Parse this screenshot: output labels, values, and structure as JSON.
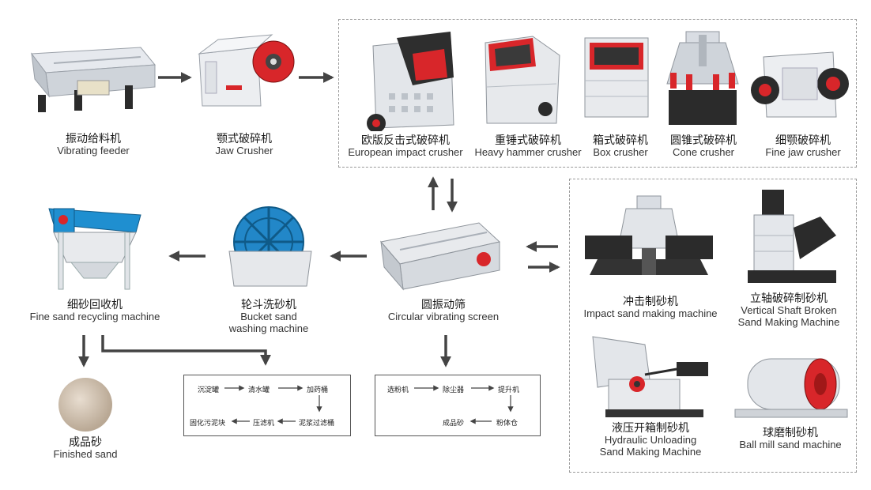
{
  "colors": {
    "steel": "#d9dde3",
    "dark": "#2b2b2b",
    "red": "#d8262a",
    "blue": "#1f8fd0",
    "arrow": "#444444",
    "sand": "#cdbfae"
  },
  "machines": {
    "vibrating_feeder": {
      "zh": "振动给料机",
      "en": "Vibrating feeder"
    },
    "jaw_crusher": {
      "zh": "颚式破碎机",
      "en": "Jaw Crusher"
    },
    "european_impact": {
      "zh": "欧版反击式破碎机",
      "en": "European impact crusher"
    },
    "heavy_hammer": {
      "zh": "重锤式破碎机",
      "en": "Heavy hammer crusher"
    },
    "box_crusher": {
      "zh": "箱式破碎机",
      "en": "Box crusher"
    },
    "cone_crusher": {
      "zh": "圆锥式破碎机",
      "en": "Cone crusher"
    },
    "fine_jaw": {
      "zh": "细颚破碎机",
      "en": "Fine jaw crusher"
    },
    "fine_sand_recycling": {
      "zh": "细砂回收机",
      "en": "Fine sand recycling machine"
    },
    "bucket_washing": {
      "zh": "轮斗洗砂机",
      "en1": "Bucket sand",
      "en2": "washing machine"
    },
    "circular_screen": {
      "zh": "圆振动筛",
      "en": "Circular vibrating screen"
    },
    "impact_sand": {
      "zh": "冲击制砂机",
      "en": "Impact sand making machine"
    },
    "vertical_shaft": {
      "zh": "立轴破碎制砂机",
      "en1": "Vertical Shaft Broken",
      "en2": "Sand Making Machine"
    },
    "hydraulic": {
      "zh": "液压开箱制砂机",
      "en1": "Hydraulic Unloading",
      "en2": "Sand Making Machine"
    },
    "ball_mill": {
      "zh": "球磨制砂机",
      "en": "Ball mill sand machine"
    },
    "finished_sand": {
      "zh": "成品砂",
      "en": "Finished sand"
    }
  },
  "sludge_process": {
    "s1": "沉淀罐",
    "s2": "清水罐",
    "s3": "加药桶",
    "s4": "泥浆过滤桶",
    "s5": "压滤机",
    "s6": "固化污泥块"
  },
  "powder_process": {
    "s1": "选粉机",
    "s2": "除尘器",
    "s3": "提升机",
    "s4": "粉体仓",
    "s5": "成品砂"
  }
}
